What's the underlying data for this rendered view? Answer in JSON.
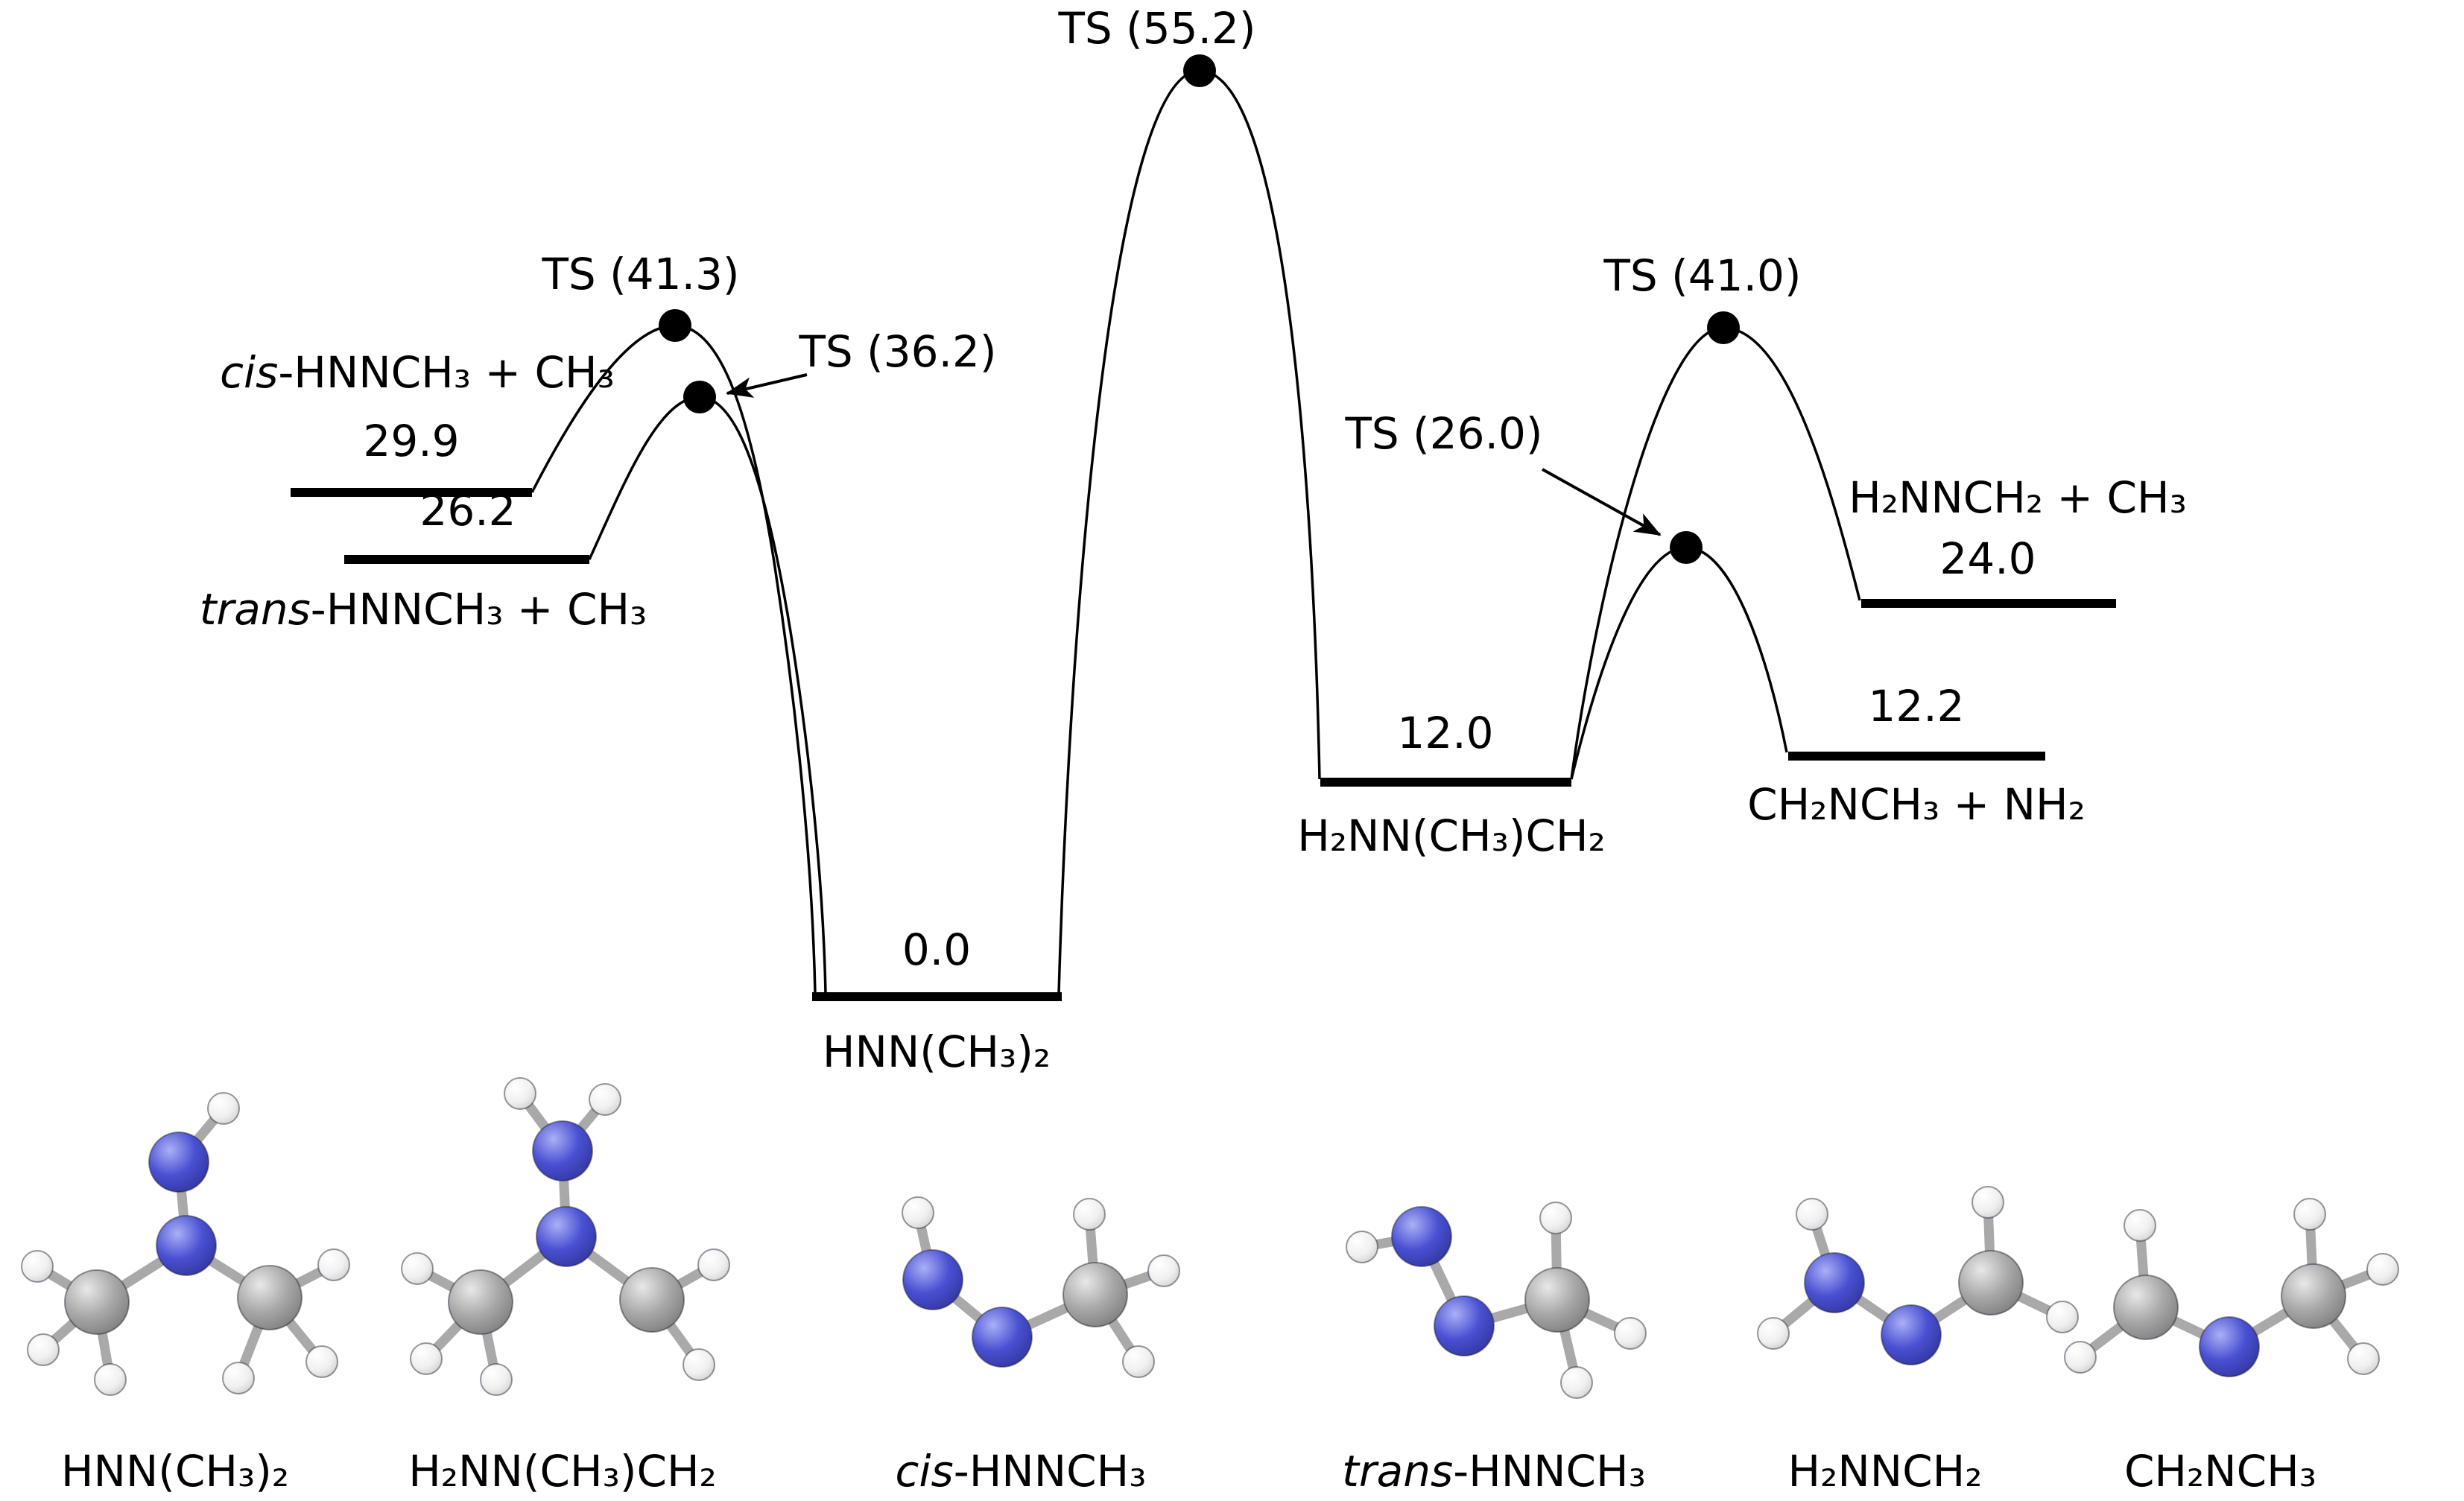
{
  "energy_diagram": {
    "transition_states": {
      "ts1": "TS (41.3)",
      "ts2": "TS (36.2)",
      "ts3": "TS (55.2)",
      "ts4": "TS (26.0)",
      "ts5": "TS (41.0)"
    },
    "levels": {
      "cis_product": {
        "italic": "cis",
        "text": "-HNNCH₃ + CH₃",
        "energy": "29.9"
      },
      "trans_product": {
        "italic": "trans",
        "text": "-HNNCH₃ + CH₃",
        "energy": "26.2"
      },
      "reactant": {
        "text": "HNN(CH₃)₂",
        "energy": "0.0"
      },
      "intermediate": {
        "text": "H₂NN(CH₃)CH₂",
        "energy": "12.0"
      },
      "ch2nch3_product": {
        "text": "CH₂NCH₃ + NH₂",
        "energy": "12.2"
      },
      "h2nnch2_product": {
        "text": "H₂NNCH₂ + CH₃",
        "energy": "24.0"
      }
    }
  },
  "molecule_labels": {
    "m1": {
      "text": "HNN(CH₃)₂"
    },
    "m2": {
      "text": "H₂NN(CH₃)CH₂"
    },
    "m3": {
      "italic": "cis",
      "text": "-HNNCH₃"
    },
    "m4": {
      "italic": "trans",
      "text": "-HNNCH₃"
    },
    "m5": {
      "text": "H₂NNCH₂"
    },
    "m6": {
      "text": "CH₂NCH₃"
    }
  },
  "colors": {
    "nitrogen": "#4950d2",
    "carbon": "#a8a8a8",
    "hydrogen": "#f0f0f0",
    "ink": "#000000"
  },
  "chart_data": {
    "type": "line",
    "subtype": "potential-energy-profile",
    "title": "",
    "xlabel": "",
    "ylabel": "",
    "ylim": [
      0,
      55.2
    ],
    "levels": [
      {
        "species": "cis-HNNCH₃ + CH₃",
        "energy": 29.9
      },
      {
        "species": "trans-HNNCH₃ + CH₃",
        "energy": 26.2
      },
      {
        "species": "HNN(CH₃)₂",
        "energy": 0.0
      },
      {
        "species": "H₂NN(CH₃)CH₂",
        "energy": 12.0
      },
      {
        "species": "CH₂NCH₃ + NH₂",
        "energy": 12.2
      },
      {
        "species": "H₂NNCH₂ + CH₃",
        "energy": 24.0
      }
    ],
    "transition_states": [
      {
        "label": "TS (41.3)",
        "energy": 41.3,
        "connects": [
          "HNN(CH₃)₂",
          "cis-HNNCH₃ + CH₃"
        ]
      },
      {
        "label": "TS (36.2)",
        "energy": 36.2,
        "connects": [
          "HNN(CH₃)₂",
          "trans-HNNCH₃ + CH₃"
        ]
      },
      {
        "label": "TS (55.2)",
        "energy": 55.2,
        "connects": [
          "HNN(CH₃)₂",
          "H₂NN(CH₃)CH₂"
        ]
      },
      {
        "label": "TS (26.0)",
        "energy": 26.0,
        "connects": [
          "H₂NN(CH₃)CH₂",
          "CH₂NCH₃ + NH₂"
        ]
      },
      {
        "label": "TS (41.0)",
        "energy": 41.0,
        "connects": [
          "H₂NN(CH₃)CH₂",
          "H₂NNCH₂ + CH₃"
        ]
      }
    ],
    "molecule_gallery": [
      "HNN(CH₃)₂",
      "H₂NN(CH₃)CH₂",
      "cis-HNNCH₃",
      "trans-HNNCH₃",
      "H₂NNCH₂",
      "CH₂NCH₃"
    ]
  }
}
